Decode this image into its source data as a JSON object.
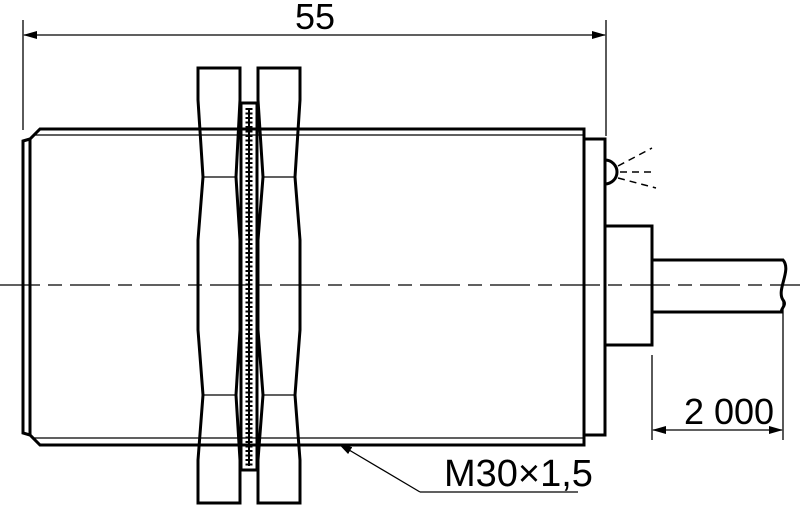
{
  "drawing": {
    "dimensions": {
      "overall_length": "55",
      "cable_length": "2 000",
      "thread_spec": "M30×1,5"
    },
    "colors": {
      "line": "#000000",
      "background": "#ffffff"
    }
  }
}
